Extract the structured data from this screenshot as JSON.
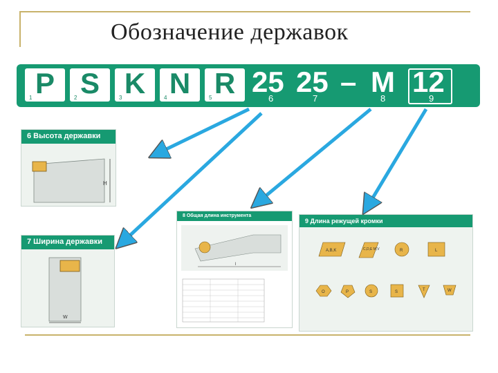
{
  "title": "Обозначение державок",
  "code": {
    "boxed": [
      {
        "letter": "P",
        "num": "1"
      },
      {
        "letter": "S",
        "num": "2"
      },
      {
        "letter": "K",
        "num": "3"
      },
      {
        "letter": "N",
        "num": "4"
      },
      {
        "letter": "R",
        "num": "5"
      }
    ],
    "free": [
      {
        "text": "25",
        "num": "6"
      },
      {
        "text": "25",
        "num": "7"
      },
      {
        "text": "–",
        "num": ""
      },
      {
        "text": "M",
        "num": "8"
      },
      {
        "text": "12",
        "num": "9"
      }
    ]
  },
  "panels": {
    "height": {
      "title": "6 Высота державки",
      "label_h": "H"
    },
    "width": {
      "title": "7 Ширина державки",
      "label_w": "W"
    },
    "length": {
      "title": "8 Общая длина инструмента",
      "label_l": "l"
    },
    "edge": {
      "title": "9 Длина режущей кромки",
      "inserts": [
        "A,B,K",
        "C,D,E\nM,V",
        "R",
        "L",
        "O",
        "P",
        "S",
        "S",
        "T",
        "W"
      ]
    }
  },
  "colors": {
    "brand": "#169a72",
    "arrow": "#2aa8e0",
    "frame": "#c8b26a"
  }
}
